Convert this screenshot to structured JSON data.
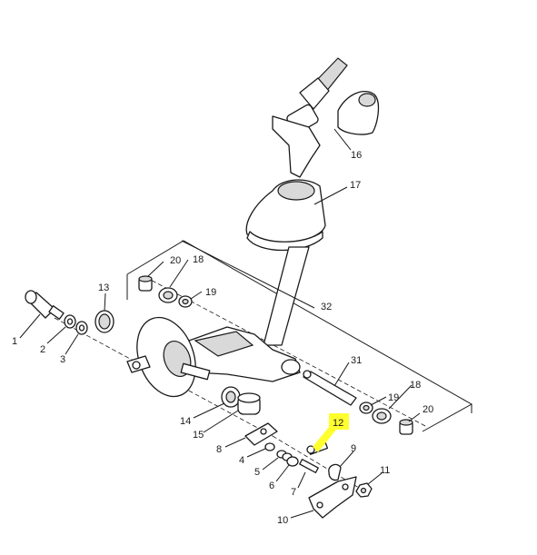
{
  "callouts": [
    {
      "id": "c1",
      "text": "1"
    },
    {
      "id": "c2",
      "text": "2"
    },
    {
      "id": "c3",
      "text": "3"
    },
    {
      "id": "c4",
      "text": "4"
    },
    {
      "id": "c5",
      "text": "5"
    },
    {
      "id": "c6",
      "text": "6"
    },
    {
      "id": "c7",
      "text": "7"
    },
    {
      "id": "c8",
      "text": "8"
    },
    {
      "id": "c9",
      "text": "9"
    },
    {
      "id": "c10",
      "text": "10"
    },
    {
      "id": "c11",
      "text": "11"
    },
    {
      "id": "c12",
      "text": "12"
    },
    {
      "id": "c13",
      "text": "13"
    },
    {
      "id": "c14",
      "text": "14"
    },
    {
      "id": "c15",
      "text": "15"
    },
    {
      "id": "c16",
      "text": "16"
    },
    {
      "id": "c17",
      "text": "17"
    },
    {
      "id": "c18a",
      "text": "18"
    },
    {
      "id": "c18b",
      "text": "18"
    },
    {
      "id": "c19a",
      "text": "19"
    },
    {
      "id": "c19b",
      "text": "19"
    },
    {
      "id": "c20a",
      "text": "20"
    },
    {
      "id": "c20b",
      "text": "20"
    },
    {
      "id": "c31",
      "text": "31"
    },
    {
      "id": "c32",
      "text": "32"
    }
  ],
  "highlight": {
    "part": "12",
    "color": "#ffff2e"
  }
}
